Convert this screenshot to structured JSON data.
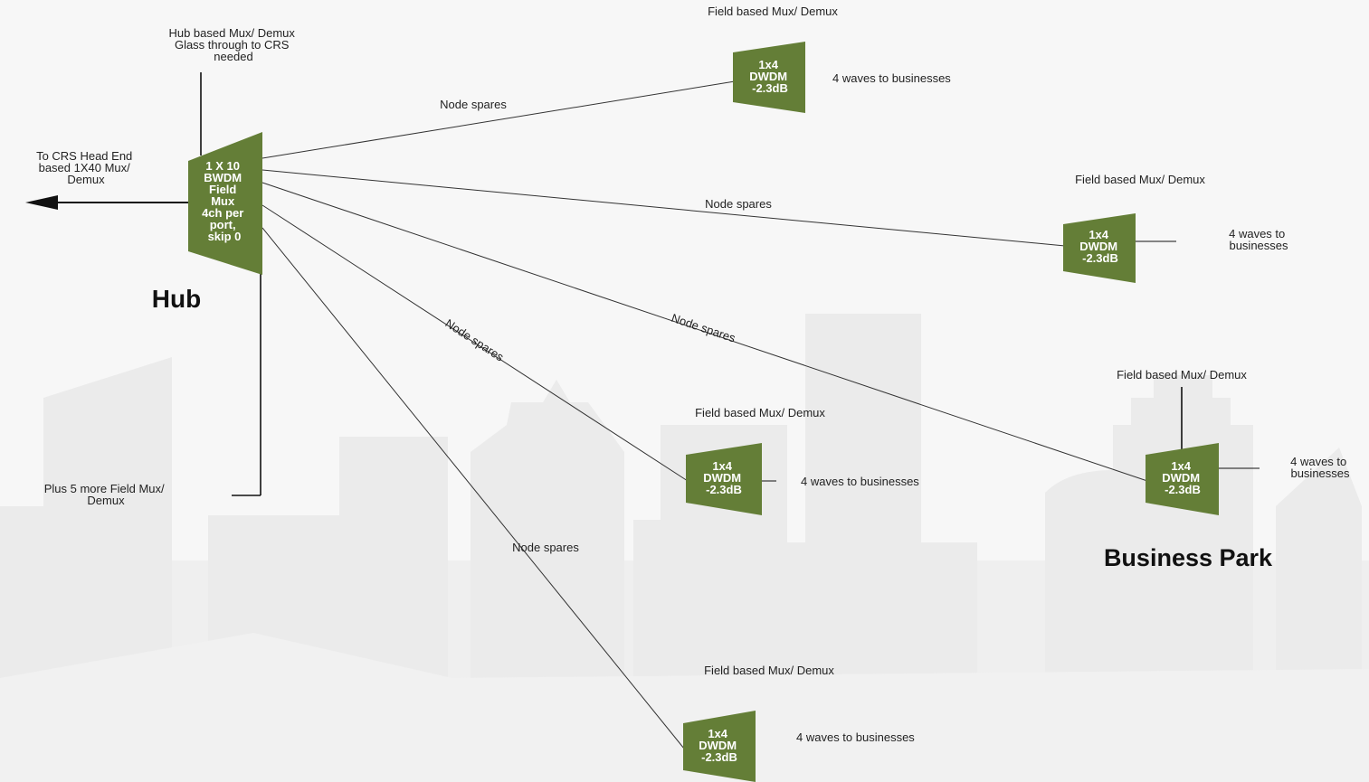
{
  "colors": {
    "mux_fill": "#647e37",
    "background": "#f7f7f7",
    "skyline": "#e9e9e9"
  },
  "hub": {
    "title": "Hub",
    "note": [
      "Hub based Mux/ Demux",
      "Glass through to CRS",
      "needed"
    ],
    "crs_label": [
      "To CRS Head End",
      "based 1X40 Mux/",
      "Demux"
    ],
    "plus_label": [
      "Plus 5 more Field Mux/",
      "Demux"
    ],
    "mux_lines": [
      "1 X 10",
      "BWDM",
      "Field",
      "Mux",
      "4ch per",
      "port,",
      "skip 0"
    ]
  },
  "business_park": "Business Park",
  "field_muxes": [
    {
      "heading": "Field based Mux/ Demux",
      "lines": [
        "1x4",
        "DWDM",
        "-2.3dB"
      ],
      "waves": [
        "4 waves to businesses"
      ]
    },
    {
      "heading": "Field based Mux/ Demux",
      "lines": [
        "1x4",
        "DWDM",
        "-2.3dB"
      ],
      "waves": [
        "4 waves to",
        "businesses"
      ]
    },
    {
      "heading": "Field based Mux/ Demux",
      "lines": [
        "1x4",
        "DWDM",
        "-2.3dB"
      ],
      "waves": [
        "4 waves to businesses"
      ]
    },
    {
      "heading": "Field based Mux/ Demux",
      "lines": [
        "1x4",
        "DWDM",
        "-2.3dB"
      ],
      "waves": [
        "4 waves to",
        "businesses"
      ]
    },
    {
      "heading": "Field based Mux/ Demux",
      "lines": [
        "1x4",
        "DWDM",
        "-2.3dB"
      ],
      "waves": [
        "4 waves to businesses"
      ]
    }
  ],
  "links": [
    {
      "label": "Node spares"
    },
    {
      "label": "Node spares"
    },
    {
      "label": "Node spares"
    },
    {
      "label": "Node spares"
    },
    {
      "label": "Node spares"
    }
  ]
}
